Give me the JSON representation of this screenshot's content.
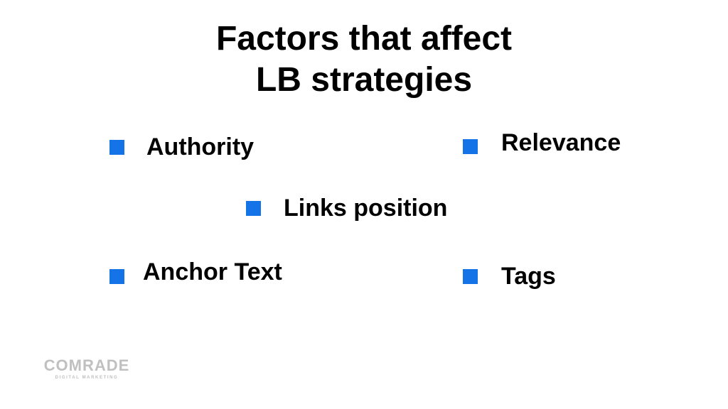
{
  "title": {
    "line1": "Factors that affect",
    "line2": "LB strategies"
  },
  "items": [
    {
      "label": "Authority"
    },
    {
      "label": "Relevance"
    },
    {
      "label": "Links position"
    },
    {
      "label": "Anchor Text"
    },
    {
      "label": "Tags"
    }
  ],
  "logo": {
    "name": "COMRADE",
    "tagline": "DIGITAL MARKETING"
  },
  "colors": {
    "bullet": "#1473e6",
    "logo": "#c0c0c0"
  }
}
